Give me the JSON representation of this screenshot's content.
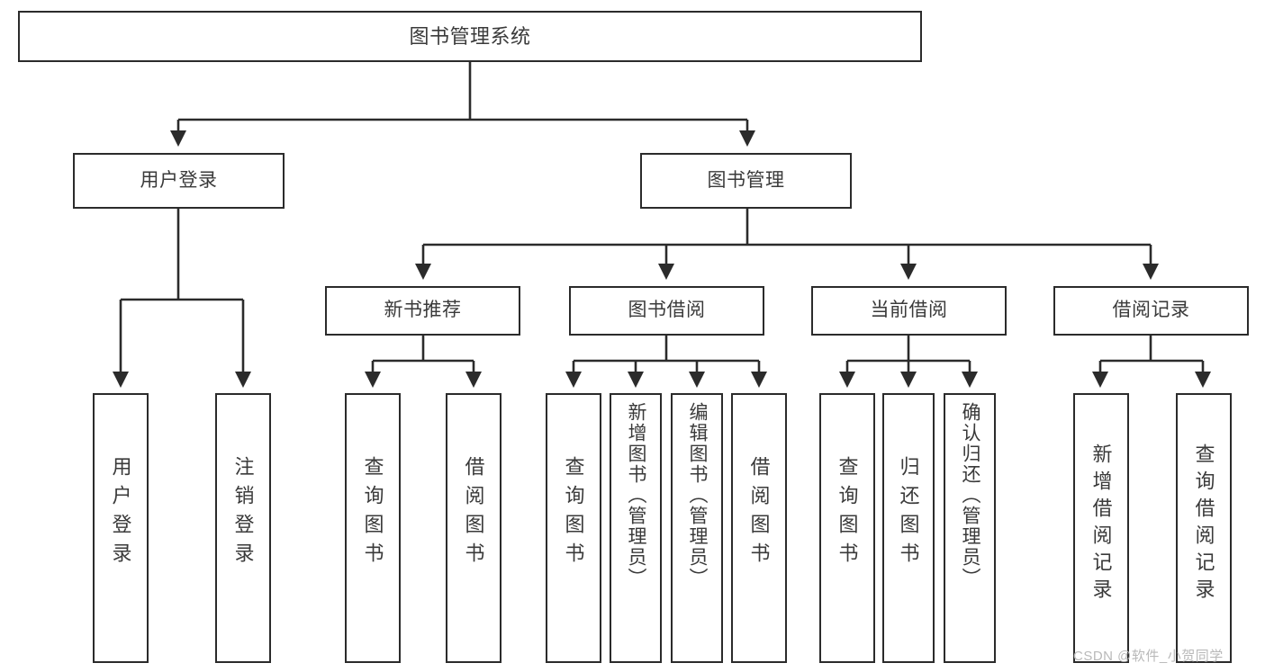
{
  "diagram": {
    "title": "图书管理系统",
    "type": "tree-hierarchy",
    "stroke_color": "#2b2b2b",
    "text_color": "#3a3a3a",
    "background_color": "#ffffff"
  },
  "nodes": {
    "root": {
      "label": "图书管理系统"
    },
    "level2": [
      {
        "id": "user-login",
        "label": "用户登录"
      },
      {
        "id": "book-manage",
        "label": "图书管理"
      }
    ],
    "level3": [
      {
        "id": "new-book-recommend",
        "label": "新书推荐"
      },
      {
        "id": "book-borrow",
        "label": "图书借阅"
      },
      {
        "id": "current-borrow",
        "label": "当前借阅"
      },
      {
        "id": "borrow-record",
        "label": "借阅记录"
      }
    ],
    "leaves": {
      "user_login": [
        {
          "id": "leaf-user-login",
          "label": "用户登录"
        },
        {
          "id": "leaf-logout-login",
          "label": "注销登录"
        }
      ],
      "new_book_recommend": [
        {
          "id": "leaf-query-book-1",
          "label": "查询图书"
        },
        {
          "id": "leaf-borrow-book-1",
          "label": "借阅图书"
        }
      ],
      "book_borrow": [
        {
          "id": "leaf-query-book-2",
          "label": "查询图书"
        },
        {
          "id": "leaf-add-book",
          "label": "新增图书（管理员）"
        },
        {
          "id": "leaf-edit-book",
          "label": "编辑图书（管理员）"
        },
        {
          "id": "leaf-borrow-book-2",
          "label": "借阅图书"
        }
      ],
      "current_borrow": [
        {
          "id": "leaf-query-book-3",
          "label": "查询图书"
        },
        {
          "id": "leaf-return-book",
          "label": "归还图书"
        },
        {
          "id": "leaf-confirm-return",
          "label": "确认归还（管理员）"
        }
      ],
      "borrow_record": [
        {
          "id": "leaf-add-record",
          "label": "新增借阅记录"
        },
        {
          "id": "leaf-query-record",
          "label": "查询借阅记录"
        }
      ]
    }
  },
  "watermark": {
    "text": "CSDN @软件_小贺同学"
  }
}
